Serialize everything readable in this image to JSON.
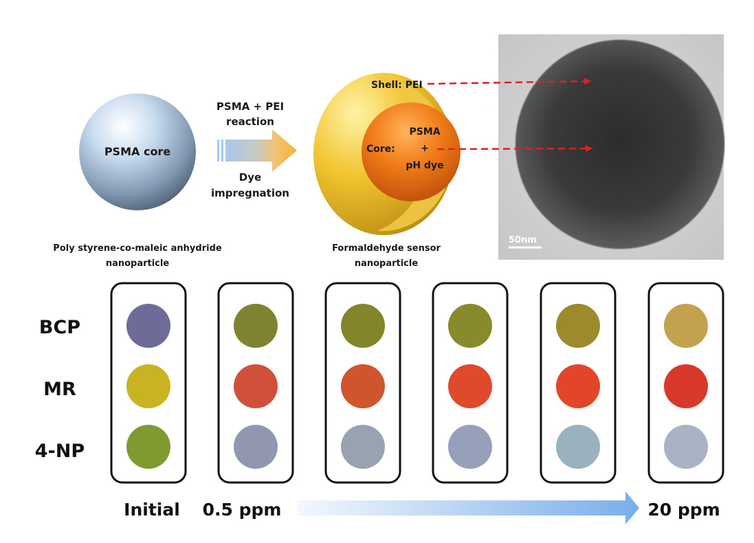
{
  "top": {
    "core_label": "PSMA core",
    "core_caption_line1": "Poly styrene-co-maleic anhydride",
    "core_caption_line2": "nanoparticle",
    "arrow_above_line1": "PSMA + PEI",
    "arrow_above_line2": "reaction",
    "arrow_below_line1": "Dye",
    "arrow_below_line2": "impregnation",
    "shell_label": "Shell: PEI",
    "core_prefix": "Core:",
    "core_dye_line1": "PSMA",
    "core_dye_line2": "+",
    "core_dye_line3": "pH dye",
    "sensor_caption_line1": "Formaldehyde sensor",
    "sensor_caption_line2": "nanoparticle",
    "tem_scale_label": "50nm"
  },
  "dyes": [
    "BCP",
    "MR",
    "4-NP"
  ],
  "columns": [
    {
      "colors": [
        "#6e6b98",
        "#c9b322",
        "#7f9a2f"
      ]
    },
    {
      "colors": [
        "#7f822f",
        "#d0513b",
        "#9198ae"
      ]
    },
    {
      "colors": [
        "#83852d",
        "#cf552c",
        "#99a2b0"
      ]
    },
    {
      "colors": [
        "#878b2c",
        "#e04a2c",
        "#96a0b8"
      ]
    },
    {
      "colors": [
        "#9c8a2c",
        "#e1462b",
        "#9ab2c0"
      ]
    },
    {
      "colors": [
        "#c2a14f",
        "#d8382a",
        "#aab3c3"
      ]
    }
  ],
  "bottom": {
    "initial_label": "Initial",
    "start_label": "0.5 ppm",
    "end_label": "20 ppm"
  },
  "colors": {
    "arrow_red": "#e02020",
    "gradient_arrow_start": "#eef5fc",
    "gradient_arrow_end": "#7fb1ea"
  }
}
